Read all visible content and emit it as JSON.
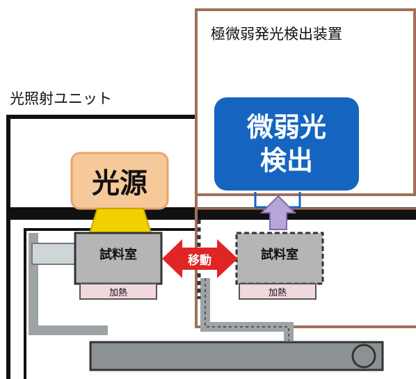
{
  "labels": {
    "detector_device": "極微弱発光検出装置",
    "irradiation_unit": "光照射ユニット",
    "light_source": "光源",
    "weak_light_detection_line1": "微弱光",
    "weak_light_detection_line2": "検出",
    "sample_chamber_left": "試料室",
    "sample_chamber_right": "試料室",
    "heating_left": "加熱",
    "heating_right": "加熱",
    "move": "移動"
  },
  "colors": {
    "detector_frame": "#a0705a",
    "unit_frame": "#111111",
    "light_source_fill": "#f6c99a",
    "light_source_border": "#e8a46a",
    "lamp_yellow": "#f1d000",
    "detector_box": "#1565c0",
    "detector_box_text": "#ffffff",
    "chamber_fill": "#b5b5b7",
    "heater_fill": "#f1d8dc",
    "arrow_red": "#e02525",
    "arrow_lavender": "#b6a6d8",
    "rail_gray": "#9ea3a6",
    "ghost_pipe": "#cfd6d8"
  }
}
